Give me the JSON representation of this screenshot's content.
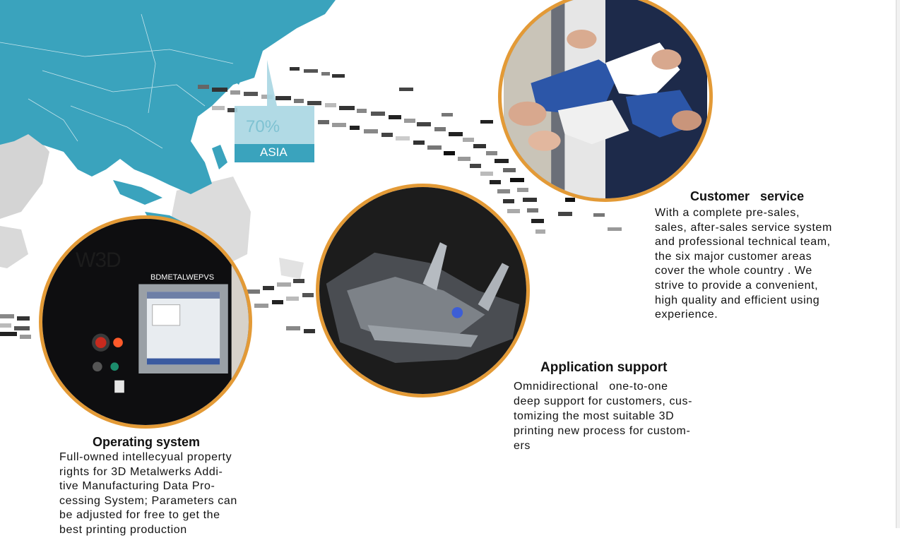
{
  "map_badge": {
    "percent": "70%",
    "region": "ASIA",
    "colors": {
      "badge_dark": "#3aa3bd",
      "badge_light": "#a9d6e2",
      "map_land": "#3aa3bd"
    }
  },
  "machine_screen": {
    "brand": "W3D",
    "model": "BDMETALWEPVS"
  },
  "sections": {
    "customer": {
      "title": "Customer   service",
      "body": "With a complete pre-sales,\nsales, after-sales service system\nand professional technical team,\nthe six major customer areas\ncover the whole country . We\nstrive to provide a convenient,\nhigh quality and efficient using\nexperience."
    },
    "application": {
      "title": "Application support",
      "body": "Omnidirectional   one-to-one\ndeep support for customers, cus-\ntomizing the most suitable 3D\nprinting new process for custom-\ners"
    },
    "operating": {
      "title": "Operating system",
      "body": "Full-owned intellecyual property\nrights for 3D Metalwerks Addi-\ntive Manufacturing Data Pro-\ncessing System; Parameters can\nbe adjusted for free to get the\nbest printing production"
    }
  },
  "accent_color": "#e39a36"
}
